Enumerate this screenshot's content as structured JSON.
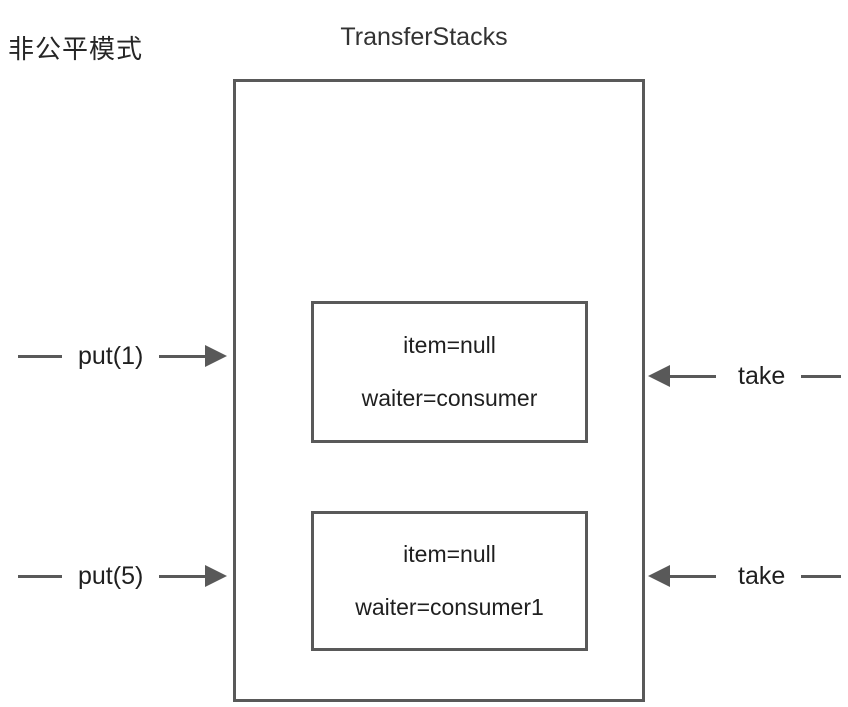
{
  "diagram": {
    "mode_label": "非公平模式",
    "title": "TransferStacks",
    "stroke_color": "#595959",
    "text_color": "#1f1f1f",
    "background": "#ffffff",
    "nodes": [
      {
        "item": "item=null",
        "waiter": "waiter=consumer"
      },
      {
        "item": "item=null",
        "waiter": "waiter=consumer1"
      }
    ],
    "left_arrows": [
      {
        "label": "put(1)",
        "direction": "right"
      },
      {
        "label": "put(5)",
        "direction": "right"
      }
    ],
    "right_arrows": [
      {
        "label": "take",
        "direction": "left"
      },
      {
        "label": "take",
        "direction": "left"
      }
    ]
  }
}
